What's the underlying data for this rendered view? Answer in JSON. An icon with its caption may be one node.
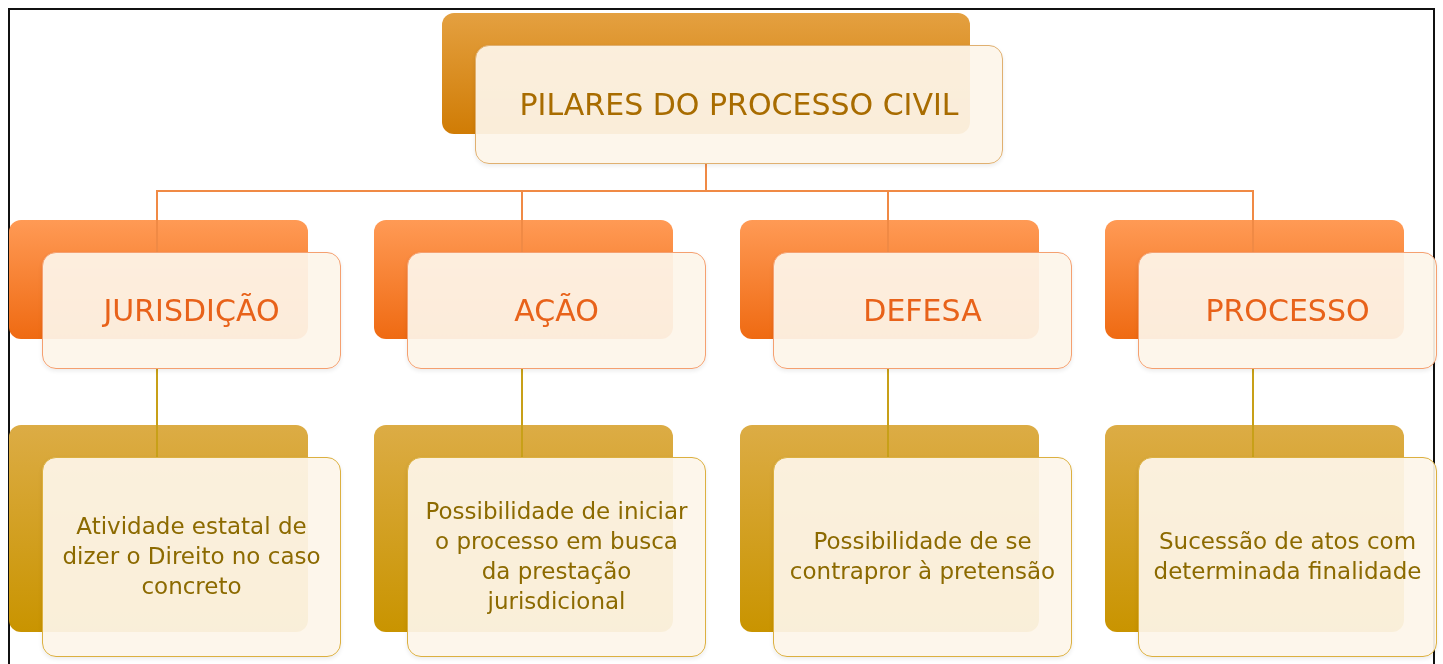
{
  "diagram": {
    "nodes": [
      {
        "text": [
          "PILARES DO PROCESSO CIVIL"
        ]
      },
      {
        "text": [
          "JURISDIÇÃO"
        ]
      },
      {
        "text": [
          "AÇÃO"
        ]
      },
      {
        "text": [
          "DEFESA"
        ]
      },
      {
        "text": [
          "PROCESSO"
        ]
      },
      {
        "text": [
          "Atividade estatal de dizer o Direito no caso concreto"
        ]
      },
      {
        "text": [
          "Possibilidade de iniciar o processo em busca da prestação jurisdicional"
        ]
      },
      {
        "text": [
          "Possibilidade de se contrapror à pretensão"
        ]
      },
      {
        "text": [
          "Sucessão de atos com determinada finalidade"
        ]
      }
    ],
    "edges": [
      {
        "from": 0,
        "to": 1,
        "arrow": "none",
        "color": "#f08a45"
      },
      {
        "from": 0,
        "to": 2,
        "arrow": "none",
        "color": "#f08a45"
      },
      {
        "from": 0,
        "to": 3,
        "arrow": "none",
        "color": "#f08a45"
      },
      {
        "from": 0,
        "to": 4,
        "arrow": "none",
        "color": "#f08a45"
      },
      {
        "from": 1,
        "to": 5,
        "arrow": "none",
        "color": "#c8a018"
      },
      {
        "from": 2,
        "to": 6,
        "arrow": "none",
        "color": "#c8a018"
      },
      {
        "from": 3,
        "to": 7,
        "arrow": "none",
        "color": "#c8a018"
      },
      {
        "from": 4,
        "to": 8,
        "arrow": "none",
        "color": "#c8a018"
      }
    ]
  }
}
